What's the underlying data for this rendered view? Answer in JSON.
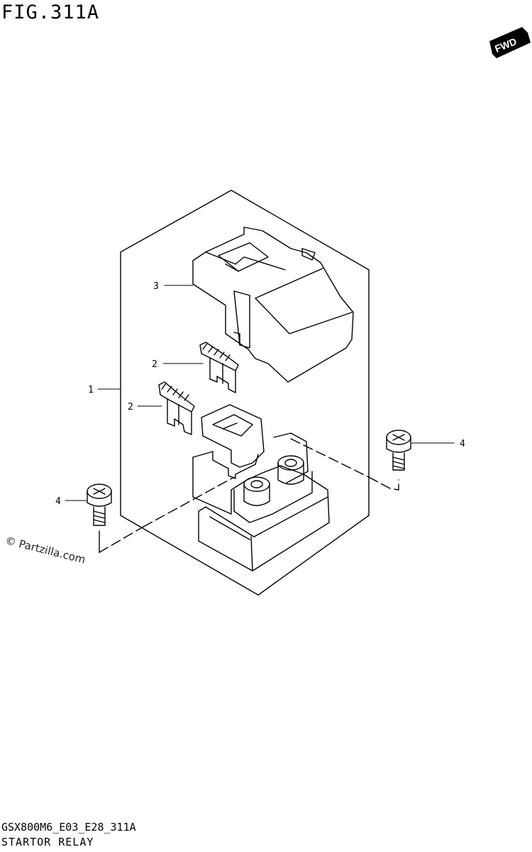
{
  "figure": {
    "title": "FIG.311A",
    "footer_code": "GSX800M6_E03_E28_311A",
    "footer_title": "STARTOR RELAY"
  },
  "direction_badge": {
    "label": "FWD",
    "icon": "fwd-arrow-icon"
  },
  "watermark": "© Partzilla.com",
  "callouts": [
    {
      "id": "c1",
      "number": "1",
      "part": "starter-relay-assembly"
    },
    {
      "id": "c2a",
      "number": "2",
      "part": "fuse"
    },
    {
      "id": "c2b",
      "number": "2",
      "part": "fuse"
    },
    {
      "id": "c3",
      "number": "3",
      "part": "relay-cover"
    },
    {
      "id": "c4a",
      "number": "4",
      "part": "bolt"
    },
    {
      "id": "c4b",
      "number": "4",
      "part": "bolt"
    }
  ],
  "colors": {
    "ink": "#000000",
    "background": "#ffffff"
  }
}
